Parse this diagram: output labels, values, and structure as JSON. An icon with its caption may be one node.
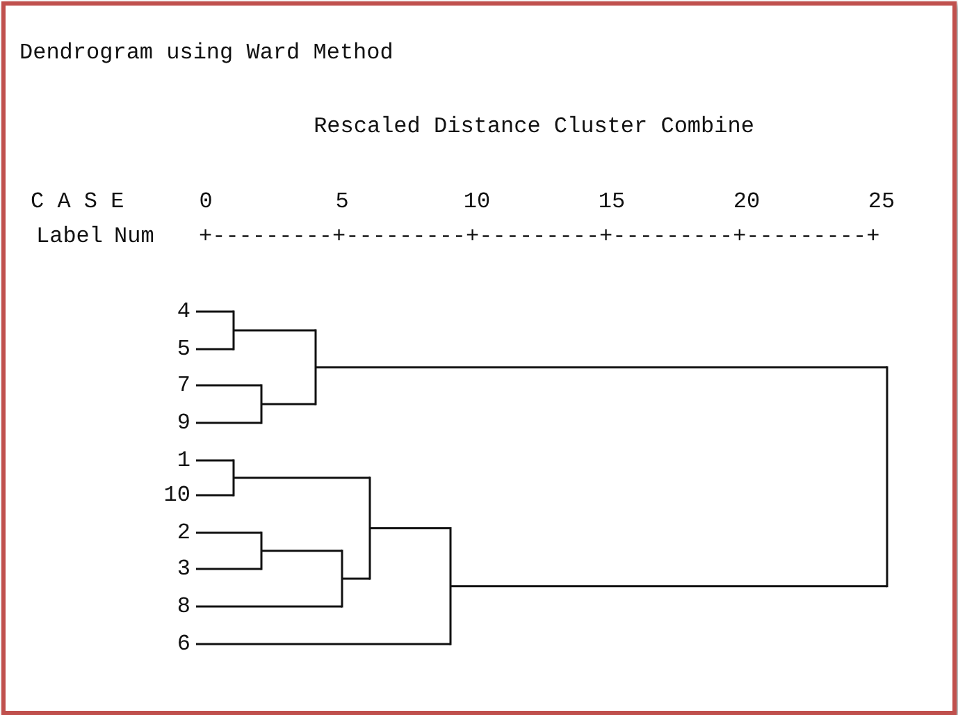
{
  "diagram": {
    "title": "Dendrogram using Ward Method",
    "nodes": [
      {
        "text": [
          "4"
        ]
      },
      {
        "text": [
          "5"
        ]
      },
      {
        "text": [
          "7"
        ]
      },
      {
        "text": [
          "9"
        ]
      },
      {
        "text": [
          "1"
        ]
      },
      {
        "text": [
          "10"
        ]
      },
      {
        "text": [
          "2"
        ]
      },
      {
        "text": [
          "3"
        ]
      },
      {
        "text": [
          "8"
        ]
      },
      {
        "text": [
          "6"
        ]
      },
      {
        "text": [],
        "shape": "bar"
      },
      {
        "text": [],
        "shape": "bar"
      },
      {
        "text": [],
        "shape": "bar"
      },
      {
        "text": [],
        "shape": "bar"
      },
      {
        "text": [],
        "shape": "bar"
      },
      {
        "text": [],
        "shape": "bar"
      },
      {
        "text": [],
        "shape": "bar"
      },
      {
        "text": [],
        "shape": "bar"
      },
      {
        "text": [],
        "shape": "bar"
      }
    ],
    "edges": [
      {
        "from": 0,
        "to": 10,
        "arrow": "none"
      },
      {
        "from": 1,
        "to": 10,
        "arrow": "none"
      },
      {
        "from": 2,
        "to": 11,
        "arrow": "none"
      },
      {
        "from": 3,
        "to": 11,
        "arrow": "none"
      },
      {
        "from": 10,
        "to": 12,
        "arrow": "none"
      },
      {
        "from": 11,
        "to": 12,
        "arrow": "none"
      },
      {
        "from": 4,
        "to": 13,
        "arrow": "none"
      },
      {
        "from": 5,
        "to": 13,
        "arrow": "none"
      },
      {
        "from": 6,
        "to": 14,
        "arrow": "none"
      },
      {
        "from": 7,
        "to": 14,
        "arrow": "none"
      },
      {
        "from": 14,
        "to": 15,
        "arrow": "none"
      },
      {
        "from": 8,
        "to": 15,
        "arrow": "none"
      },
      {
        "from": 13,
        "to": 16,
        "arrow": "none"
      },
      {
        "from": 15,
        "to": 16,
        "arrow": "none"
      },
      {
        "from": 16,
        "to": 17,
        "arrow": "none"
      },
      {
        "from": 9,
        "to": 17,
        "arrow": "none"
      },
      {
        "from": 12,
        "to": 18,
        "arrow": "none"
      },
      {
        "from": 17,
        "to": 18,
        "arrow": "none"
      }
    ],
    "labels": [
      "Rescaled Distance Cluster Combine",
      "C A S E",
      "0",
      "5",
      "10",
      "15",
      "20",
      "25",
      "Label",
      "Num",
      "+---------+---------+---------+---------+---------+"
    ]
  }
}
